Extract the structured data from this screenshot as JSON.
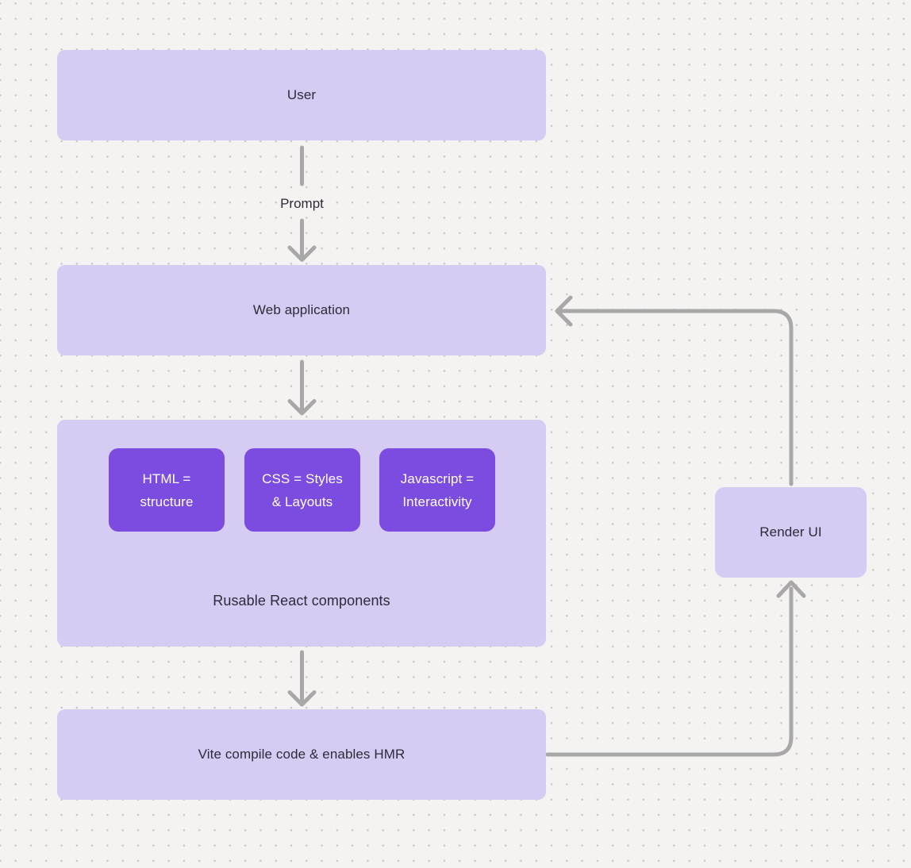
{
  "diagram": {
    "colors": {
      "canvas_background": "#f4f3f1",
      "dot_grid": "#c8c7c5",
      "node_fill": "#d5cbf3",
      "accent_fill": "#7c4ce0",
      "accent_text": "#ffffff",
      "node_text": "#2f2b38",
      "connector": "#a8a8a8"
    },
    "nodes": {
      "user": {
        "label": "User"
      },
      "web_application": {
        "label": "Web application"
      },
      "components_group": {
        "caption": "Rusable React components",
        "children": [
          {
            "id": "html",
            "lines": [
              "HTML =",
              "structure"
            ]
          },
          {
            "id": "css",
            "lines": [
              "CSS = Styles",
              "& Layouts"
            ]
          },
          {
            "id": "javascript",
            "lines": [
              "Javascript =",
              "Interactivity"
            ]
          }
        ]
      },
      "vite": {
        "label": "Vite compile code & enables HMR"
      },
      "render_ui": {
        "label": "Render UI"
      }
    },
    "edges": [
      {
        "from": "user",
        "to": "web_application",
        "label": "Prompt",
        "shape": "straight-down"
      },
      {
        "from": "web_application",
        "to": "components_group",
        "label": "",
        "shape": "straight-down"
      },
      {
        "from": "components_group",
        "to": "vite",
        "label": "",
        "shape": "straight-down"
      },
      {
        "from": "vite",
        "to": "render_ui",
        "label": "",
        "shape": "right-then-up"
      },
      {
        "from": "render_ui",
        "to": "web_application",
        "label": "",
        "shape": "up-then-left"
      }
    ]
  }
}
